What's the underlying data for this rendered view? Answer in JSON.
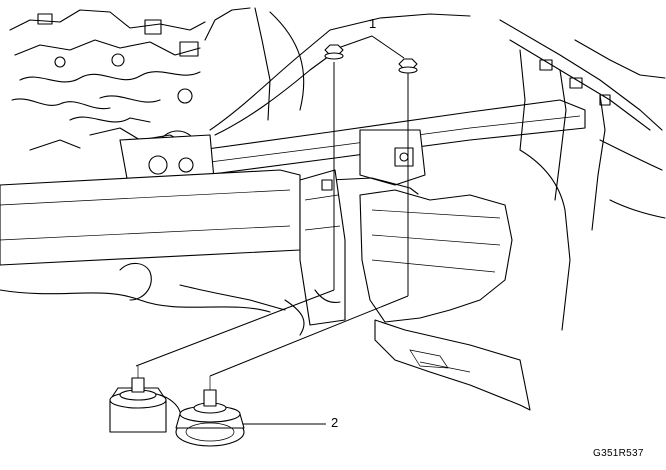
{
  "callouts": {
    "nuts": "1",
    "horn": "2"
  },
  "figure_id": "G351R537"
}
